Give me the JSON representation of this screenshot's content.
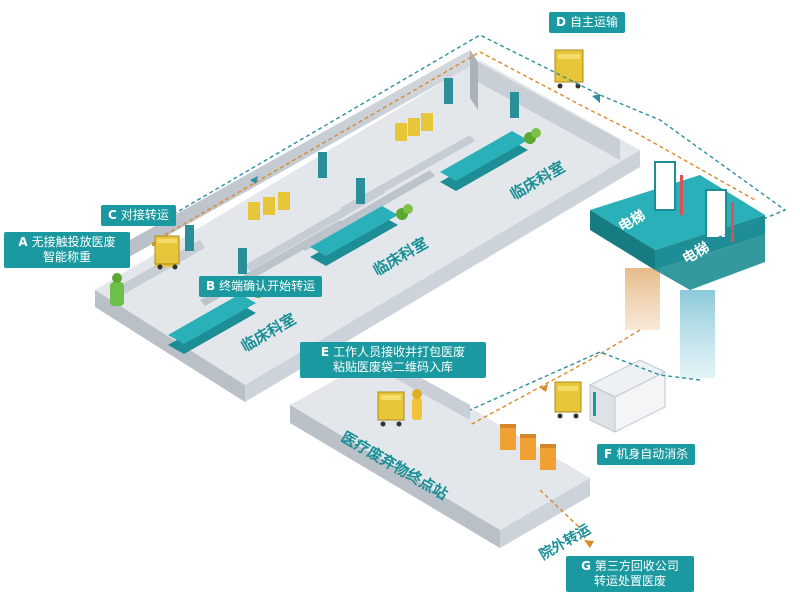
{
  "callouts": {
    "a": {
      "letter": "A",
      "line1": "无接触投放医废",
      "line2": "智能称重"
    },
    "b": {
      "letter": "B",
      "text": "终端确认开始转运"
    },
    "c": {
      "letter": "C",
      "text": "对接转运"
    },
    "d": {
      "letter": "D",
      "text": "自主运输"
    },
    "e": {
      "letter": "E",
      "line1": "工作人员接收并打包医废",
      "line2": "粘贴医废袋二维码入库"
    },
    "f": {
      "letter": "F",
      "text": "机身自动消杀"
    },
    "g": {
      "letter": "G",
      "line1": "第三方回收公司",
      "line2": "转运处置医废"
    }
  },
  "rooms": {
    "clinical_1": "临床科室",
    "clinical_2": "临床科室",
    "clinical_3": "临床科室"
  },
  "station": "医疗废弃物终点站",
  "elevators": {
    "e1": "电梯",
    "e2": "电梯"
  },
  "outside": "院外转运",
  "colors": {
    "teal": "#1a9aa0",
    "dark_teal": "#17737a",
    "floor": "#dfe4ea",
    "wall": "#c4cbd3",
    "robot": "#e8c63a",
    "route_orange": "#d98a2b",
    "route_teal": "#2f8fa0"
  }
}
